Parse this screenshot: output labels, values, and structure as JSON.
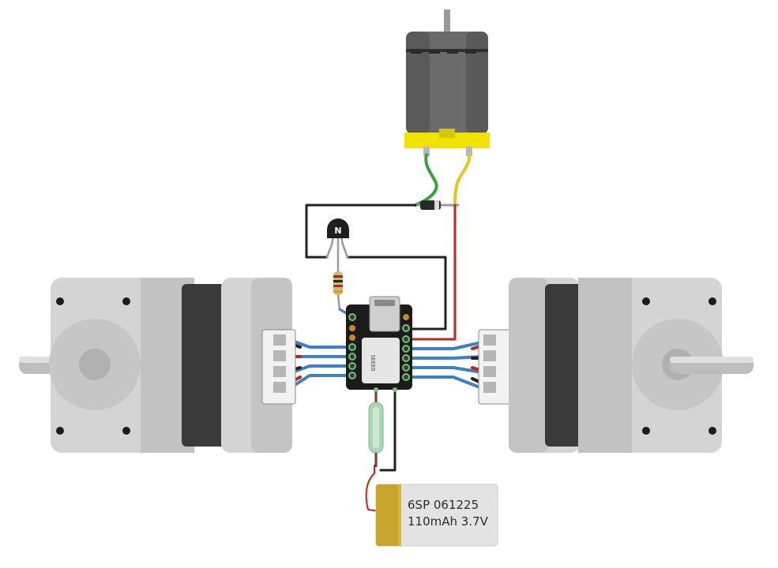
{
  "battery": {
    "model": "6SP 061225",
    "rating": "110mAh 3.7V"
  },
  "transistor": {
    "type_label": "N"
  },
  "board": {
    "brand_label": "SEEED"
  },
  "colors": {
    "motor_body": "#6b6b6b",
    "motor_base": "#f1e200",
    "stepper_light": "#d4d4d4",
    "stepper_dark": "#3a3a3a",
    "board": "#1b1b1b",
    "wire_blue": "#3f7fc7",
    "wire_red": "#c0241d",
    "wire_black": "#222222",
    "wire_green": "#3aa33a",
    "wire_yellow": "#e6c619",
    "battery_body": "#e3e3e3",
    "battery_tab": "#c9a42a"
  }
}
